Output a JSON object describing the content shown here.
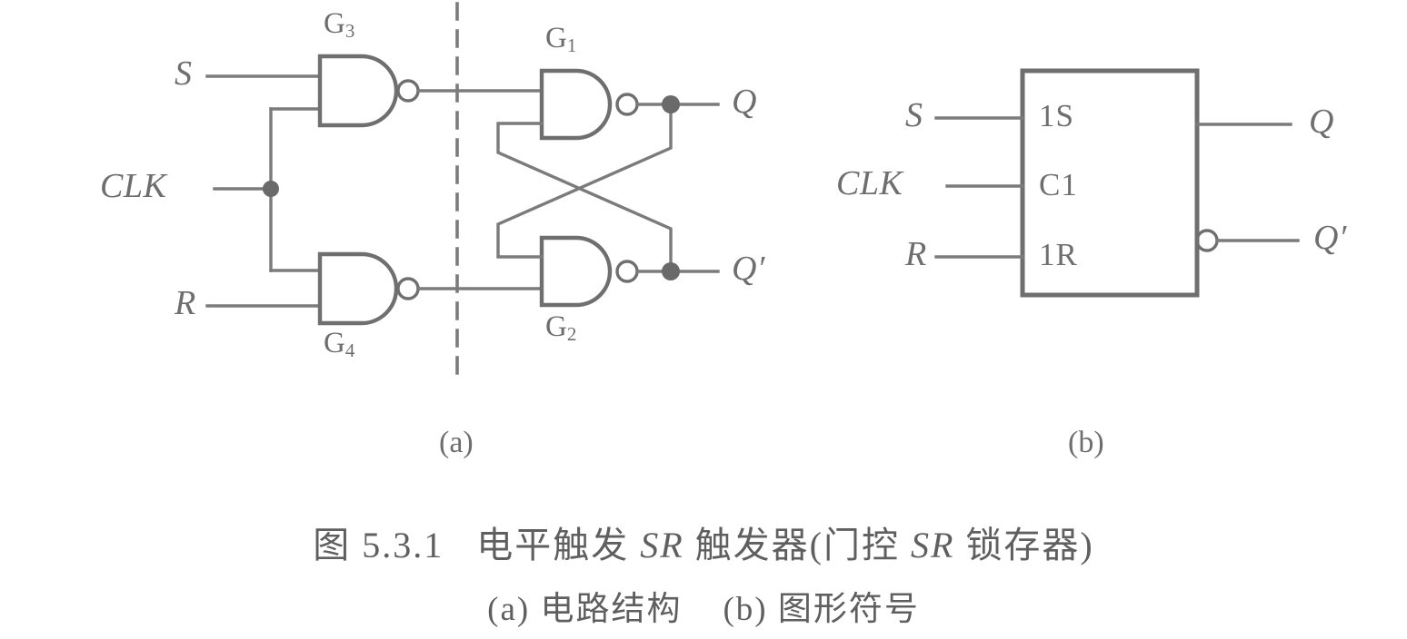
{
  "figure": {
    "caption_main_parts": {
      "prefix": "图 5.3.1   电平触发 ",
      "em1": "SR",
      "middle": " 触发器(门控 ",
      "em2": "SR",
      "suffix": " 锁存器)"
    },
    "caption_sub": "(a) 电路结构    (b) 图形符号",
    "subfig_a": "(a)",
    "subfig_b": "(b)"
  },
  "circuit_a": {
    "inputs": [
      {
        "name": "S",
        "label": "S"
      },
      {
        "name": "CLK",
        "label": "CLK"
      },
      {
        "name": "R",
        "label": "R"
      }
    ],
    "outputs": [
      {
        "name": "Q",
        "label": "Q"
      },
      {
        "name": "Qnot",
        "label": "Q′"
      }
    ],
    "gates": [
      {
        "id": "G3",
        "letter": "G",
        "index": "3"
      },
      {
        "id": "G4",
        "letter": "G",
        "index": "4"
      },
      {
        "id": "G1",
        "letter": "G",
        "index": "1"
      },
      {
        "id": "G2",
        "letter": "G",
        "index": "2"
      }
    ]
  },
  "symbol_b": {
    "pins_left": [
      {
        "name": "1S",
        "label": "1S"
      },
      {
        "name": "C1",
        "label": "C1"
      },
      {
        "name": "1R",
        "label": "1R"
      }
    ],
    "inputs": [
      {
        "name": "S",
        "label": "S"
      },
      {
        "name": "CLK",
        "label": "CLK"
      },
      {
        "name": "R",
        "label": "R"
      }
    ],
    "outputs": [
      {
        "name": "Q",
        "label": "Q"
      },
      {
        "name": "Qnot",
        "label": "Q′"
      }
    ]
  },
  "style": {
    "line_color": "#7b7b7b",
    "gate_color": "#6f6f6f",
    "text_color": "#6e6e6e",
    "background": "#ffffff"
  }
}
